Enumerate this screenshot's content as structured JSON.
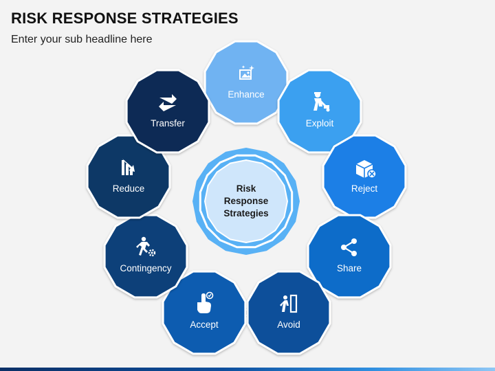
{
  "header": {
    "title": "RISK RESPONSE STRATEGIES",
    "subtitle": "Enter your sub headline here"
  },
  "center": {
    "lines": [
      "Risk",
      "Response",
      "Strategies"
    ]
  },
  "nodes": [
    {
      "label": "Enhance",
      "icon": "image-sparkle-icon",
      "color": "#6fb3f2"
    },
    {
      "label": "Exploit",
      "icon": "worker-icon",
      "color": "#3aa0f0"
    },
    {
      "label": "Reject",
      "icon": "box-reject-icon",
      "color": "#1b7fe6"
    },
    {
      "label": "Share",
      "icon": "share-icon",
      "color": "#0f6cc9"
    },
    {
      "label": "Avoid",
      "icon": "exit-door-icon",
      "color": "#0a4f9a"
    },
    {
      "label": "Accept",
      "icon": "hand-pointer-icon",
      "color": "#0d5bb0"
    },
    {
      "label": "Contingency",
      "icon": "runner-gear-icon",
      "color": "#0b3f79"
    },
    {
      "label": "Reduce",
      "icon": "decrease-chart-icon",
      "color": "#0a3766"
    },
    {
      "label": "Transfer",
      "icon": "transfer-arrows-icon",
      "color": "#082a55"
    }
  ],
  "colors": {
    "center_outer": "#58b1f5",
    "center_inner": "#cfe6fb",
    "node_stroke": "#ffffff"
  }
}
